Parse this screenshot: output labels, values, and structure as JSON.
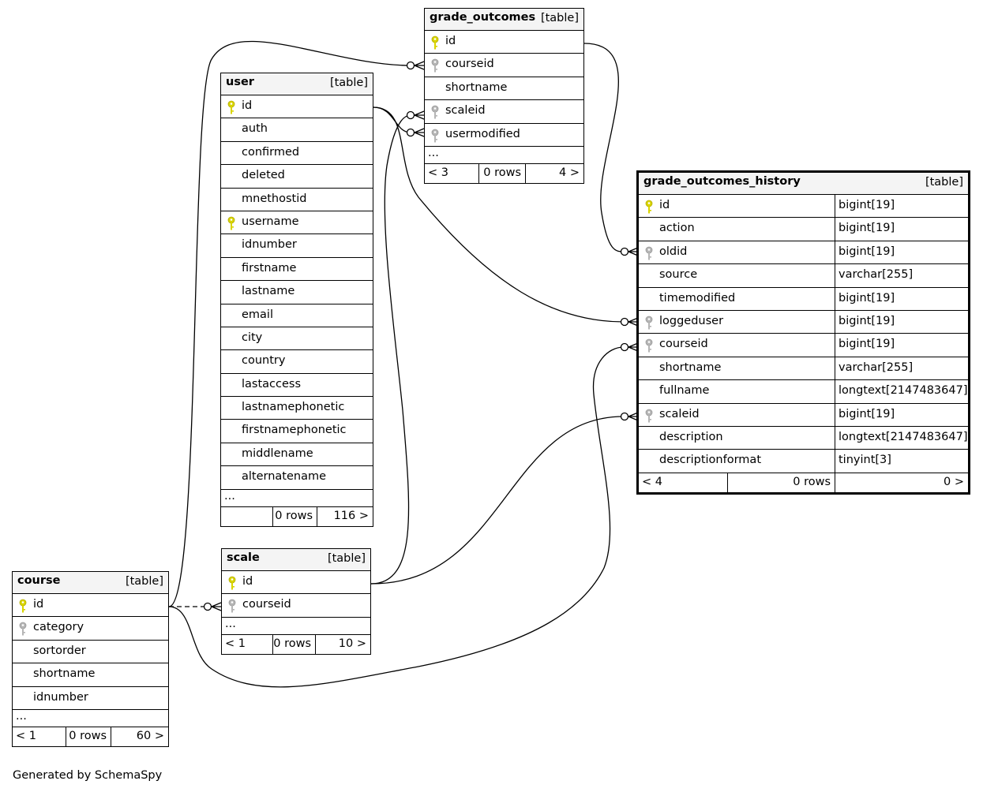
{
  "footer_text": "Generated by SchemaSpy",
  "colors": {
    "primary_key": "#d9d400",
    "foreign_key": "#aaaaaa",
    "header_bg": "#f4f4f4"
  },
  "tables": {
    "grade_outcomes": {
      "name": "grade_outcomes",
      "type": "[table]",
      "columns": [
        {
          "name": "id",
          "key": "primary-key-icon"
        },
        {
          "name": "courseid",
          "key": "foreign-key-icon"
        },
        {
          "name": "shortname",
          "key": ""
        },
        {
          "name": "scaleid",
          "key": "foreign-key-icon"
        },
        {
          "name": "usermodified",
          "key": "foreign-key-icon"
        }
      ],
      "more": "...",
      "parents": "< 3",
      "rows": "0 rows",
      "children": "4 >"
    },
    "user": {
      "name": "user",
      "type": "[table]",
      "columns": [
        {
          "name": "id",
          "key": "primary-key-icon"
        },
        {
          "name": "auth",
          "key": ""
        },
        {
          "name": "confirmed",
          "key": ""
        },
        {
          "name": "deleted",
          "key": ""
        },
        {
          "name": "mnethostid",
          "key": ""
        },
        {
          "name": "username",
          "key": "primary-key-icon"
        },
        {
          "name": "idnumber",
          "key": ""
        },
        {
          "name": "firstname",
          "key": ""
        },
        {
          "name": "lastname",
          "key": ""
        },
        {
          "name": "email",
          "key": ""
        },
        {
          "name": "city",
          "key": ""
        },
        {
          "name": "country",
          "key": ""
        },
        {
          "name": "lastaccess",
          "key": ""
        },
        {
          "name": "lastnamephonetic",
          "key": ""
        },
        {
          "name": "firstnamephonetic",
          "key": ""
        },
        {
          "name": "middlename",
          "key": ""
        },
        {
          "name": "alternatename",
          "key": ""
        }
      ],
      "more": "...",
      "parents": "",
      "rows": "0 rows",
      "children": "116 >"
    },
    "grade_outcomes_history": {
      "name": "grade_outcomes_history",
      "type": "[table]",
      "columns": [
        {
          "name": "id",
          "key": "primary-key-icon",
          "dtype": "bigint[19]"
        },
        {
          "name": "action",
          "key": "",
          "dtype": "bigint[19]"
        },
        {
          "name": "oldid",
          "key": "foreign-key-icon",
          "dtype": "bigint[19]"
        },
        {
          "name": "source",
          "key": "",
          "dtype": "varchar[255]"
        },
        {
          "name": "timemodified",
          "key": "",
          "dtype": "bigint[19]"
        },
        {
          "name": "loggeduser",
          "key": "foreign-key-icon",
          "dtype": "bigint[19]"
        },
        {
          "name": "courseid",
          "key": "foreign-key-icon",
          "dtype": "bigint[19]"
        },
        {
          "name": "shortname",
          "key": "",
          "dtype": "varchar[255]"
        },
        {
          "name": "fullname",
          "key": "",
          "dtype": "longtext[2147483647]"
        },
        {
          "name": "scaleid",
          "key": "foreign-key-icon",
          "dtype": "bigint[19]"
        },
        {
          "name": "description",
          "key": "",
          "dtype": "longtext[2147483647]"
        },
        {
          "name": "descriptionformat",
          "key": "",
          "dtype": "tinyint[3]"
        }
      ],
      "more": "",
      "parents": "< 4",
      "rows": "0 rows",
      "children": "0 >"
    },
    "scale": {
      "name": "scale",
      "type": "[table]",
      "columns": [
        {
          "name": "id",
          "key": "primary-key-icon"
        },
        {
          "name": "courseid",
          "key": "foreign-key-icon"
        }
      ],
      "more": "...",
      "parents": "< 1",
      "rows": "0 rows",
      "children": "10 >"
    },
    "course": {
      "name": "course",
      "type": "[table]",
      "columns": [
        {
          "name": "id",
          "key": "primary-key-icon"
        },
        {
          "name": "category",
          "key": "foreign-key-icon"
        },
        {
          "name": "sortorder",
          "key": ""
        },
        {
          "name": "shortname",
          "key": ""
        },
        {
          "name": "idnumber",
          "key": ""
        }
      ],
      "more": "...",
      "parents": "< 1",
      "rows": "0 rows",
      "children": "60 >"
    }
  },
  "relationships": [
    {
      "from": "course.id",
      "to": "grade_outcomes.courseid",
      "style": "solid"
    },
    {
      "from": "grade_outcomes.id",
      "to": "grade_outcomes_history.oldid",
      "style": "solid"
    },
    {
      "from": "user.id",
      "to": "grade_outcomes.usermodified",
      "style": "solid"
    },
    {
      "from": "user.id",
      "to": "grade_outcomes_history.loggeduser",
      "style": "solid"
    },
    {
      "from": "scale.id",
      "to": "grade_outcomes.scaleid",
      "style": "solid"
    },
    {
      "from": "scale.id",
      "to": "grade_outcomes_history.scaleid",
      "style": "solid"
    },
    {
      "from": "course.id",
      "to": "grade_outcomes_history.courseid",
      "style": "solid"
    },
    {
      "from": "course.id",
      "to": "scale.courseid",
      "style": "dashed"
    }
  ]
}
